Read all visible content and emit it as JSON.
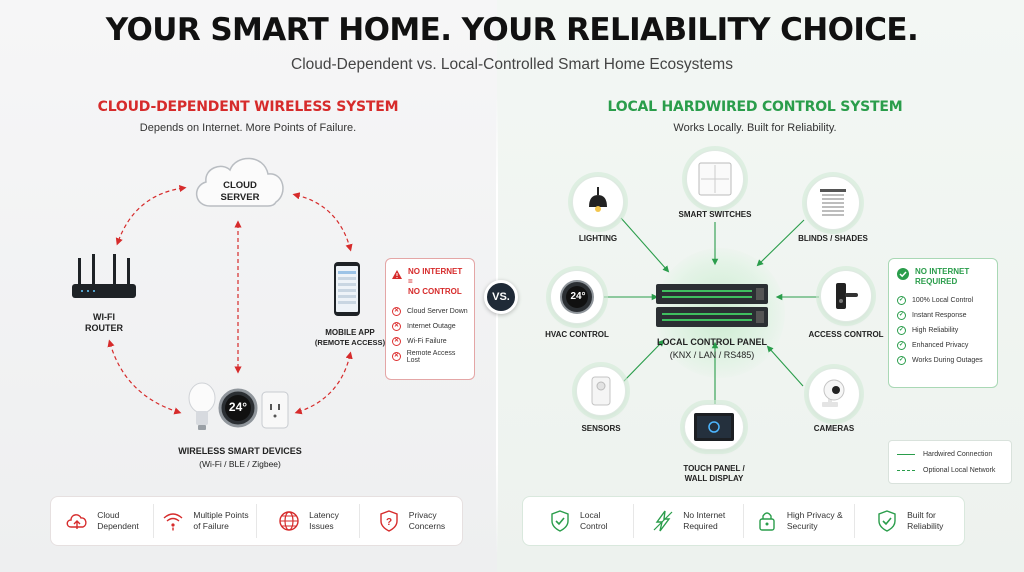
{
  "header": {
    "title": "YOUR SMART HOME. YOUR RELIABILITY CHOICE.",
    "subtitle": "Cloud-Dependent vs. Local-Controlled Smart Home Ecosystems"
  },
  "colors": {
    "red": "#d62b2b",
    "green": "#2a9d4b",
    "dark": "#1f2a37"
  },
  "vs_label": "VS.",
  "left": {
    "title": "CLOUD-DEPENDENT WIRELESS SYSTEM",
    "subtitle": "Depends on Internet. More Points of Failure.",
    "cloud_label_1": "CLOUD",
    "cloud_label_2": "SERVER",
    "router_label_1": "WI-FI",
    "router_label_2": "ROUTER",
    "app_label_1": "MOBILE APP",
    "app_label_2": "(REMOTE ACCESS)",
    "thermostat_temp": "24°",
    "devices_label_1": "WIRELESS SMART DEVICES",
    "devices_label_2": "(Wi-Fi / BLE / Zigbee)",
    "failure_card": {
      "head_1": "NO INTERNET =",
      "head_2": "NO CONTROL",
      "items": [
        "Cloud Server Down",
        "Internet Outage",
        "Wi-Fi Failure",
        "Remote Access Lost"
      ]
    },
    "bottom": [
      {
        "icon": "cloud-upload-icon",
        "line1": "Cloud",
        "line2": "Dependent"
      },
      {
        "icon": "wifi-warning-icon",
        "line1": "Multiple Points",
        "line2": "of Failure"
      },
      {
        "icon": "globe-icon",
        "line1": "Latency",
        "line2": "Issues"
      },
      {
        "icon": "shield-question-icon",
        "line1": "Privacy",
        "line2": "Concerns"
      }
    ]
  },
  "right": {
    "title": "LOCAL HARDWIRED CONTROL SYSTEM",
    "subtitle": "Works Locally. Built for Reliability.",
    "nodes": {
      "lighting": "LIGHTING",
      "switches": "SMART SWITCHES",
      "blinds": "BLINDS / SHADES",
      "hvac": "HVAC CONTROL",
      "access": "ACCESS CONTROL",
      "sensors": "SENSORS",
      "cameras": "CAMERAS",
      "touch_1": "TOUCH PANEL /",
      "touch_2": "WALL DISPLAY"
    },
    "hvac_temp": "24°",
    "panel_label_1": "LOCAL CONTROL PANEL",
    "panel_label_2": "(KNX / LAN / RS485)",
    "ok_card": {
      "head_1": "NO INTERNET",
      "head_2": "REQUIRED",
      "items": [
        "100% Local Control",
        "Instant Response",
        "High Reliability",
        "Enhanced Privacy",
        "Works During Outages"
      ]
    },
    "legend": {
      "solid": "Hardwired Connection",
      "dashed": "Optional Local Network"
    },
    "bottom": [
      {
        "icon": "shield-check-icon",
        "line1": "Local",
        "line2": "Control"
      },
      {
        "icon": "bolt-icon",
        "line1": "No Internet",
        "line2": "Required"
      },
      {
        "icon": "lock-icon",
        "line1": "High Privacy &",
        "line2": "Security"
      },
      {
        "icon": "shield-check-icon",
        "line1": "Built for",
        "line2": "Reliability"
      }
    ]
  }
}
